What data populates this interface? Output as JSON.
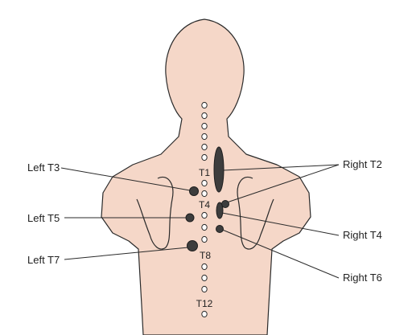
{
  "colors": {
    "skin": "#f5d7c8",
    "outline": "#2a2a2a",
    "marker": "#3d3d3d"
  },
  "vertebra_labels": {
    "t1": "T1",
    "t4": "T4",
    "t8": "T8",
    "t12": "T12"
  },
  "callouts": {
    "left_t3": "Left T3",
    "left_t5": "Left T5",
    "left_t7": "Left T7",
    "right_t2": "Right T2",
    "right_t4": "Right T4",
    "right_t6": "Right T6"
  }
}
